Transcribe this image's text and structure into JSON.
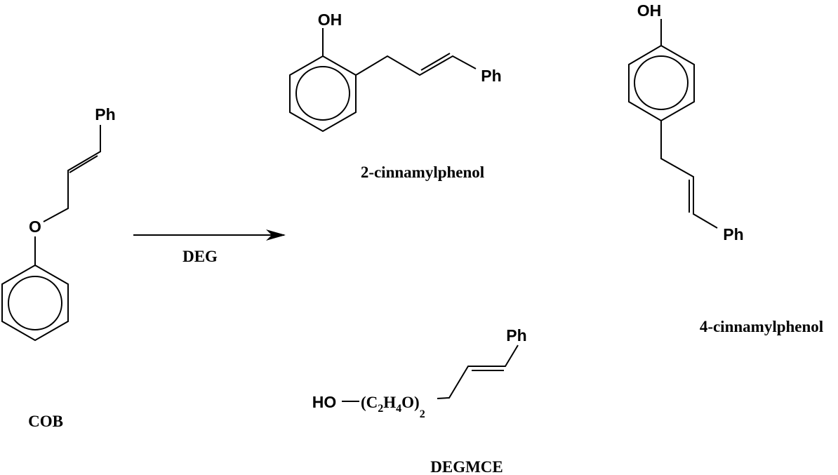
{
  "reactant": {
    "name": "COB",
    "group_label": "Ph",
    "heteroatom": "O"
  },
  "arrow": {
    "reagent": "DEG"
  },
  "products": [
    {
      "name": "2-cinnamylphenol",
      "oh_label": "OH",
      "group_label": "Ph"
    },
    {
      "name": "4-cinnamylphenol",
      "oh_label": "OH",
      "group_label": "Ph"
    },
    {
      "name": "DEGMCE",
      "ho_label": "HO",
      "group_label": "Ph",
      "chain_open": "(C",
      "sub_c": "2",
      "chain_h": "H",
      "sub_h": "4",
      "chain_close": "O)",
      "sub_n": "2"
    }
  ]
}
